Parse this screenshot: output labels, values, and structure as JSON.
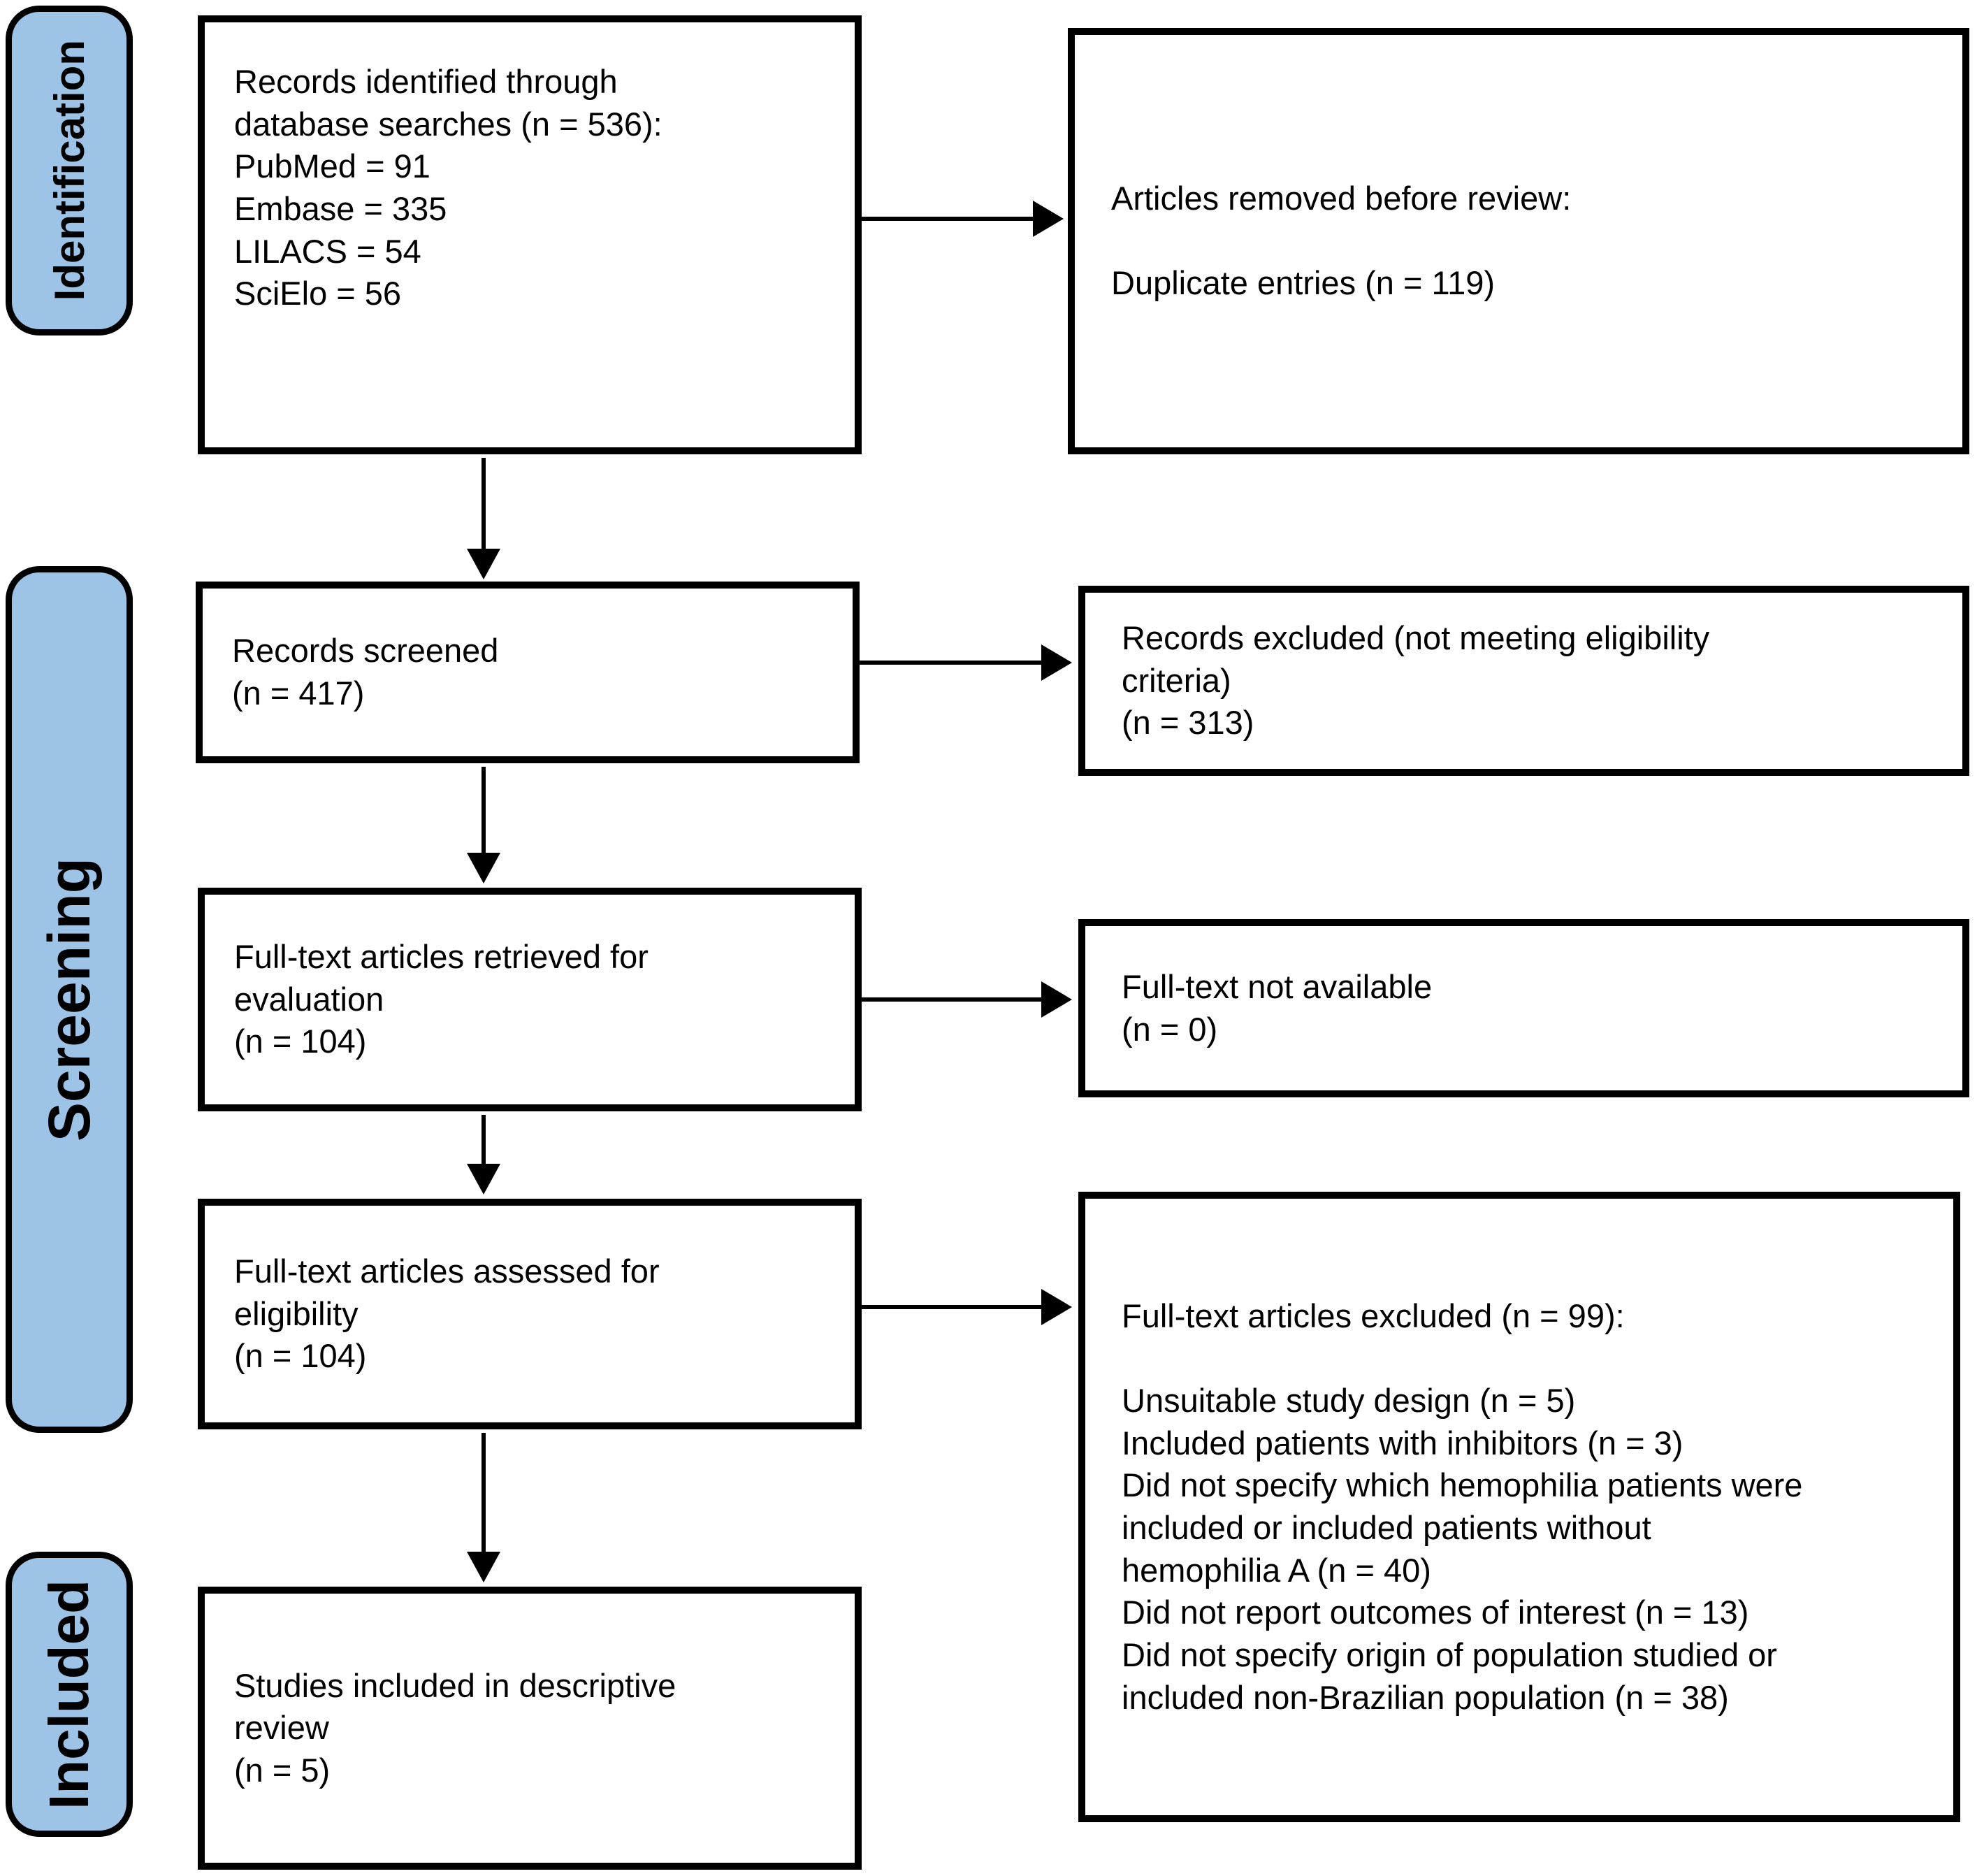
{
  "diagram": {
    "type": "prisma-flow",
    "colors": {
      "stage_fill": "#9DC3E6",
      "border": "#000000",
      "background": "#FFFFFF"
    },
    "stages": [
      {
        "label": "Identification"
      },
      {
        "label": "Screening"
      },
      {
        "label": "Included"
      }
    ],
    "flow_boxes": {
      "identified": "Records identified through\ndatabase searches (n = 536):\nPubMed = 91\nEmbase = 335\nLILACS = 54\nSciElo = 56",
      "screened": "Records screened\n(n = 417)",
      "retrieved": "Full-text articles retrieved for\nevaluation\n(n = 104)",
      "assessed": "Full-text articles assessed for\neligibility\n(n = 104)",
      "included": "Studies included in descriptive\nreview\n(n = 5)"
    },
    "exclusion_boxes": {
      "removed_before_review": "Articles removed before review:\n\nDuplicate entries (n = 119)",
      "records_excluded": "Records excluded (not meeting eligibility\ncriteria)\n(n = 313)",
      "fulltext_not_available": "Full-text not available\n(n = 0)",
      "fulltext_excluded": "Full-text articles excluded (n = 99):\n\nUnsuitable study design (n = 5)\nIncluded patients with inhibitors (n = 3)\nDid not specify which hemophilia patients were\nincluded or included patients without\nhemophilia A (n = 40)\nDid not report outcomes of interest (n = 13)\nDid not specify origin of population studied or\nincluded non-Brazilian population (n = 38)"
    }
  }
}
